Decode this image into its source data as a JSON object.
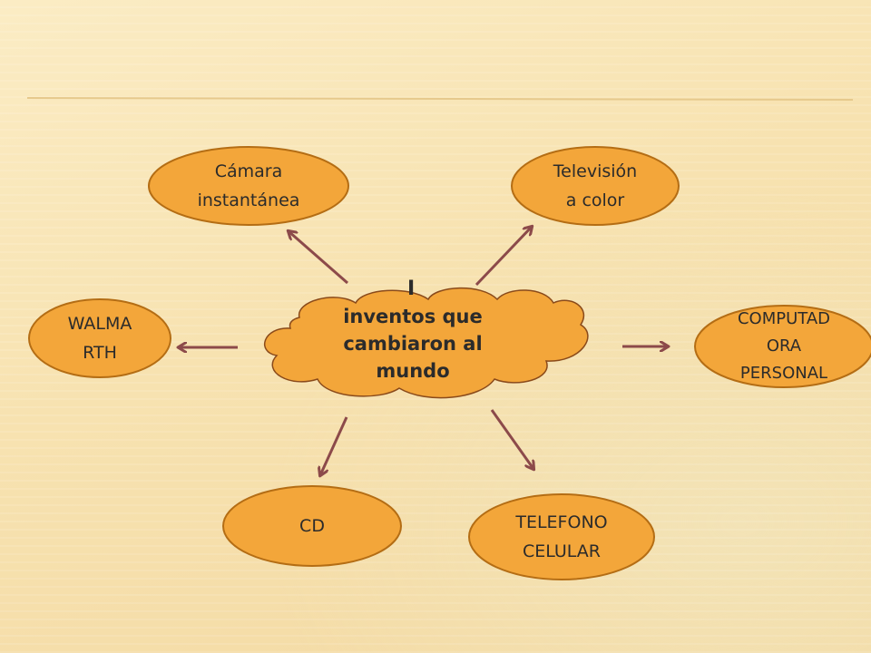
{
  "center": {
    "line1": "inventos que",
    "line2": "cambiaron al",
    "line3": "mundo",
    "mark": "I"
  },
  "nodes": {
    "camara": [
      "Cámara",
      "instantánea"
    ],
    "television": [
      "Televisión",
      "a color"
    ],
    "walmarth": [
      "WALMA",
      "RTH"
    ],
    "computadora": [
      "COMPUTAD",
      "ORA",
      "PERSONAL"
    ],
    "cd": [
      "CD"
    ],
    "telefono": [
      "TELEFONO",
      "CELULAR"
    ]
  },
  "colors": {
    "node_fill": "#f3a63a",
    "node_stroke": "#b46d14",
    "cloud_fill": "#f3a63a",
    "cloud_stroke": "#8a4a1a",
    "arrow": "#8c4a4a"
  }
}
